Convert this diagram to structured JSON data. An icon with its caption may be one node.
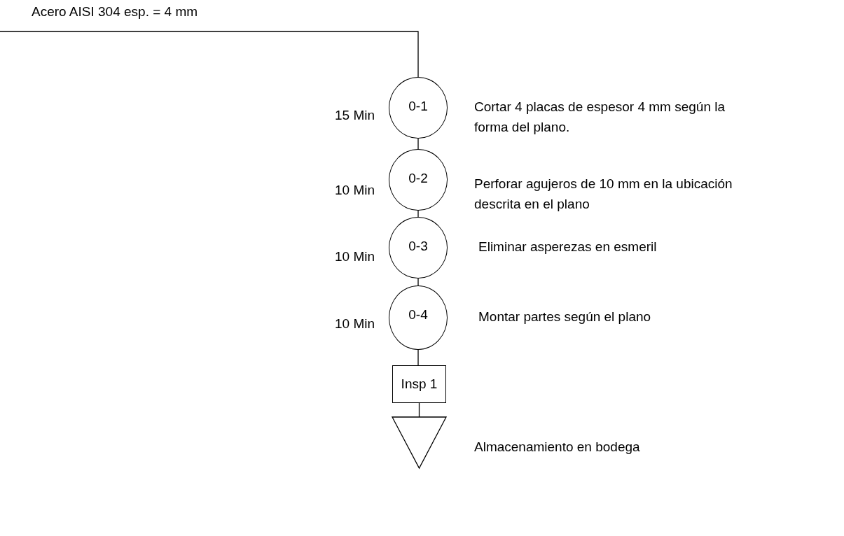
{
  "diagram": {
    "nodes": [
      {
        "text": [
          "Acero AISI 304 esp. = 4 mm"
        ]
      },
      {
        "text": [
          "0-1"
        ],
        "beside": [
          "15 Min",
          "Cortar 4 placas de espesor 4 mm según la forma del plano."
        ]
      },
      {
        "text": [
          "0-2"
        ],
        "beside": [
          "10 Min",
          "Perforar agujeros de 10 mm en la ubicación descrita en el plano"
        ]
      },
      {
        "text": [
          "0-3"
        ],
        "beside": [
          "10 Min",
          "Eliminar asperezas en esmeril"
        ]
      },
      {
        "text": [
          "0-4"
        ],
        "beside": [
          "10 Min",
          "Montar partes según el plano"
        ]
      },
      {
        "text": [
          "Insp 1"
        ]
      },
      {
        "text": [],
        "shape": "triangle",
        "beside": [
          "Almacenamiento en bodega"
        ]
      }
    ],
    "edges": [
      {
        "from": 0,
        "to": 1,
        "arrow": "none"
      },
      {
        "from": 1,
        "to": 2,
        "arrow": "none"
      },
      {
        "from": 2,
        "to": 3,
        "arrow": "none"
      },
      {
        "from": 3,
        "to": 4,
        "arrow": "none"
      },
      {
        "from": 4,
        "to": 5,
        "arrow": "none"
      },
      {
        "from": 5,
        "to": 6,
        "arrow": "none"
      }
    ]
  }
}
